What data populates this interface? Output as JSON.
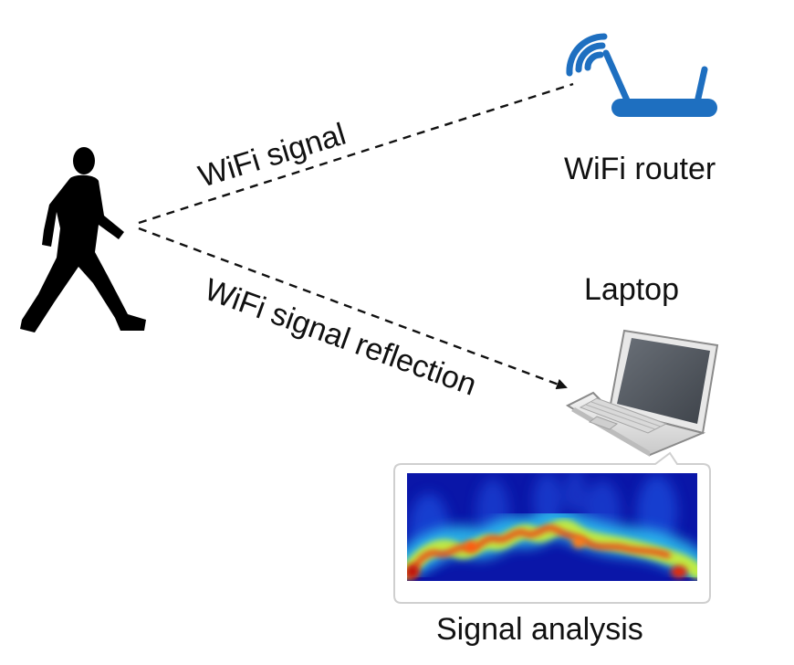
{
  "labels": {
    "wifi_signal": "WiFi signal",
    "wifi_signal_reflection": "WiFi signal reflection",
    "wifi_router": "WiFi router",
    "laptop": "Laptop",
    "signal_analysis": "Signal analysis"
  },
  "icons": {
    "person": "walking-person-icon",
    "router": "wifi-router-icon",
    "laptop": "laptop-icon",
    "spectrogram": "spectrogram-image"
  },
  "colors": {
    "router": "#1e6fc0",
    "person": "#000000",
    "spectrogram_background": "#0a16a8",
    "line": "#111111"
  }
}
